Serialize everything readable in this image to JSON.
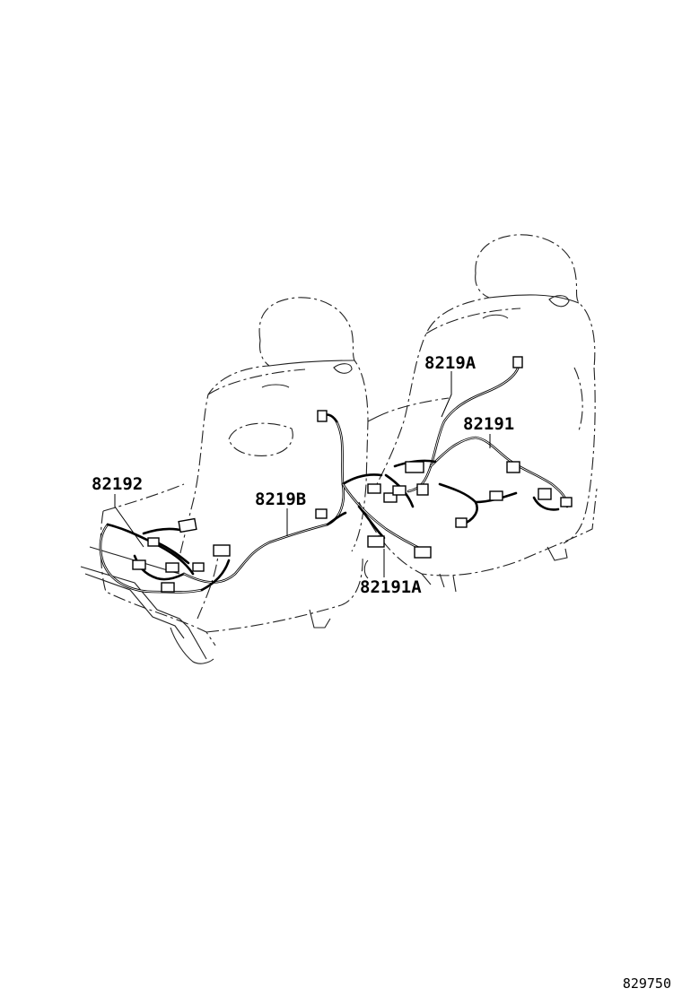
{
  "diagram": {
    "callouts": {
      "c82192": "82192",
      "c8219B": "8219B",
      "c8219A": "8219A",
      "c82191": "82191",
      "c82191A": "82191A"
    },
    "doc_number": "829750"
  }
}
